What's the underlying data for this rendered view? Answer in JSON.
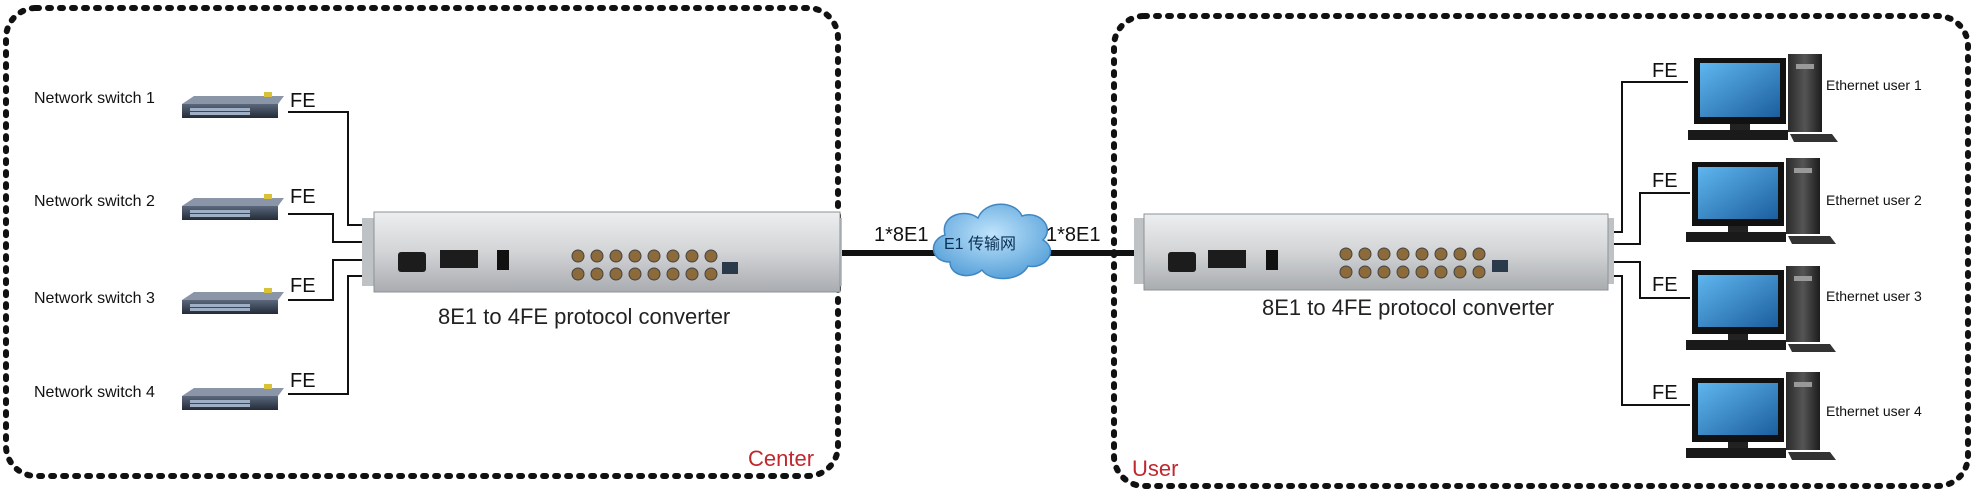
{
  "center": {
    "zone_label": "Center",
    "switches": [
      {
        "label": "Network switch 1",
        "link": "FE"
      },
      {
        "label": "Network switch 2",
        "link": "FE"
      },
      {
        "label": "Network switch 3",
        "link": "FE"
      },
      {
        "label": "Network switch 4",
        "link": "FE"
      }
    ],
    "converter_caption": "8E1 to 4FE protocol converter"
  },
  "user": {
    "zone_label": "User",
    "pcs": [
      {
        "label": "Ethernet user 1",
        "link": "FE"
      },
      {
        "label": "Ethernet user 2",
        "link": "FE"
      },
      {
        "label": "Ethernet user 3",
        "link": "FE"
      },
      {
        "label": "Ethernet user  4",
        "link": "FE"
      }
    ],
    "converter_caption": "8E1 to 4FE protocol converter"
  },
  "network": {
    "left_link": "1*8E1",
    "right_link": "1*8E1",
    "cloud_label": "E1 传输网"
  },
  "colors": {
    "zone_label": "#c0282e",
    "cloud": "#6fb2e6",
    "switch": "#3a4658",
    "chassis": "#d4d6d8",
    "screen": "#2a7fc4"
  }
}
